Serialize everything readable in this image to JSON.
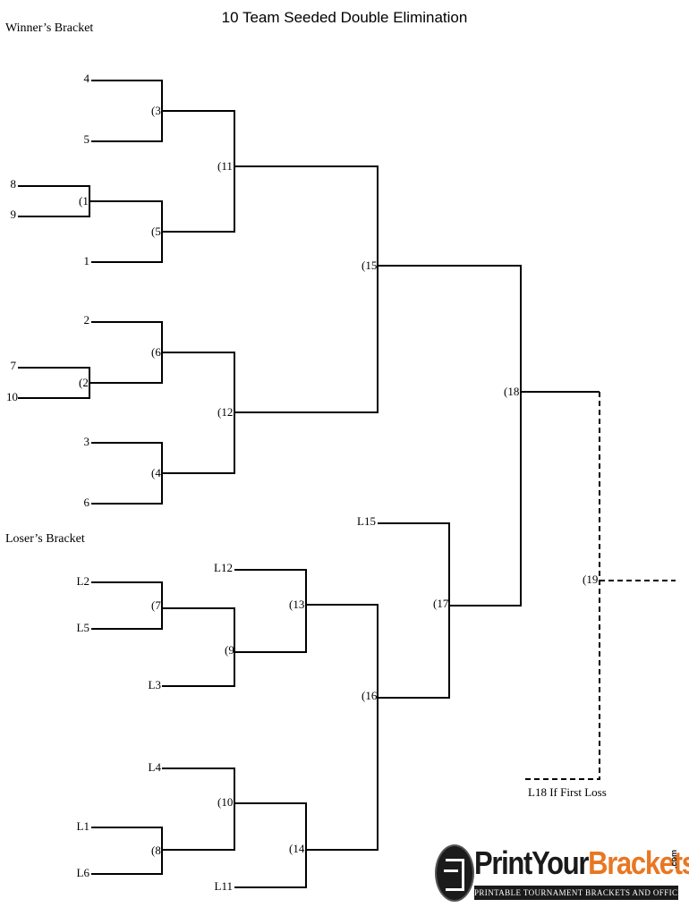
{
  "title": "10 Team Seeded Double Elimination",
  "winners_label": "Winner’s Bracket",
  "losers_label": "Loser’s Bracket",
  "winners": {
    "seed_4": "4",
    "seed_5": "5",
    "seed_8": "8",
    "seed_9": "9",
    "seed_1": "1",
    "seed_2": "2",
    "seed_7": "7",
    "seed_10": "10",
    "seed_3": "3",
    "seed_6": "6",
    "g1": "(1",
    "g2": "(2",
    "g3": "(3",
    "g4": "(4",
    "g5": "(5",
    "g6": "(6",
    "g11": "(11",
    "g12": "(12",
    "g15": "(15",
    "g18": "(18",
    "g19": "(19"
  },
  "losers": {
    "l2": "L2",
    "l5": "L5",
    "l3": "L3",
    "l12": "L12",
    "l4": "L4",
    "l1": "L1",
    "l6": "L6",
    "l11": "L11",
    "l15": "L15",
    "g7": "(7",
    "g8": "(8",
    "g9": "(9",
    "g10": "(10",
    "g13": "(13",
    "g14": "(14",
    "g16": "(16",
    "g17": "(17"
  },
  "if_first_loss": "L18 If First Loss",
  "logo": {
    "print": "Print",
    "your": "Your",
    "brackets": "Brackets",
    "com": ".com",
    "tagline": "PRINTABLE TOURNAMENT BRACKETS AND OFFICE POOLS",
    "brand_orange": "#e87722",
    "brand_dark": "#1a1a1a"
  }
}
